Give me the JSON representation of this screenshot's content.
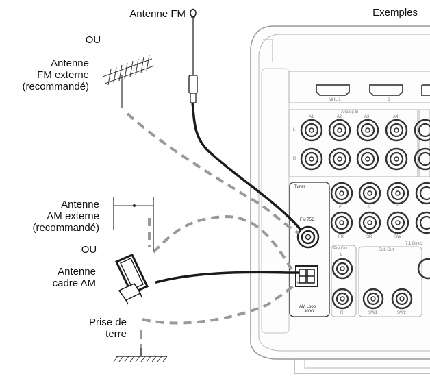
{
  "title": "Exemples",
  "labels": {
    "fm_antenna": "Antenne FM",
    "ou_1": "OU",
    "ext_fm_line1": "Antenne",
    "ext_fm_line2": "FM externe",
    "ext_fm_line3": "(recommandé)",
    "ext_am_line1": "Antenne",
    "ext_am_line2": "AM externe",
    "ext_am_line3": "(recommandé)",
    "ou_2": "OU",
    "am_loop_line1": "Antenne",
    "am_loop_line2": "cadre AM",
    "ground_line1": "Prise de",
    "ground_line2": "terre"
  },
  "panel": {
    "hdmi_1": "MHL/1",
    "hdmi_2": "6",
    "analog_in": "Analog In",
    "a1": "A1",
    "a2": "A2",
    "a3": "A3",
    "a4": "A4",
    "row_l": "L",
    "row_r": "R",
    "tuner": "Tuner",
    "fm_75": "FM 75Ω",
    "am_loop_1": "AM Loop",
    "am_loop_2": "300Ω",
    "fl": "FL",
    "sl": "SL",
    "c": "C",
    "fr": "FR",
    "sr": "SR",
    "sw": "SW",
    "pre_out": "Pre Out",
    "sub_out": "Sub Out",
    "direct": "7.1 Direct",
    "l": "L",
    "r": "R",
    "sw1": "SW1",
    "sw2": "SW2"
  },
  "colors": {
    "line": "#1a1a1a",
    "dashed": "#9a9a9a",
    "panel_stroke": "#9a9a9a",
    "panel_fill": "#fdfdfd"
  }
}
